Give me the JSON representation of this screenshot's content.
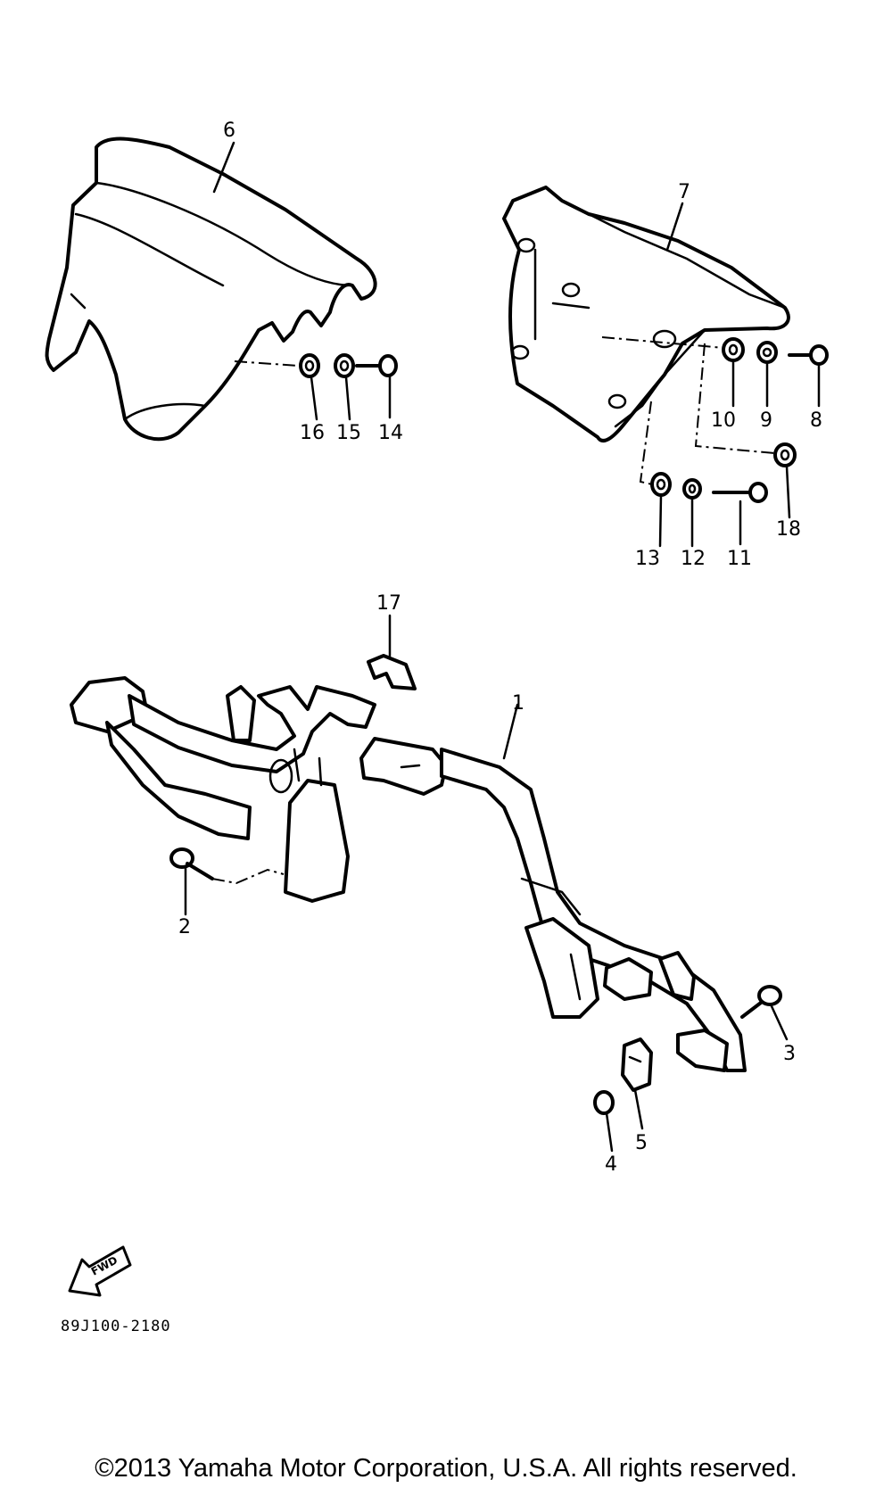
{
  "callouts": {
    "p1": "1",
    "p2": "2",
    "p3": "3",
    "p4": "4",
    "p5": "5",
    "p6": "6",
    "p7": "7",
    "p8": "8",
    "p9": "9",
    "p10": "10",
    "p11": "11",
    "p12": "12",
    "p13": "13",
    "p14": "14",
    "p15": "15",
    "p16": "16",
    "p17": "17",
    "p18": "18"
  },
  "fwd_label": "FWD",
  "drawing_code": "89J100-2180",
  "copyright": "©2013 Yamaha Motor Corporation, U.S.A. All rights reserved."
}
